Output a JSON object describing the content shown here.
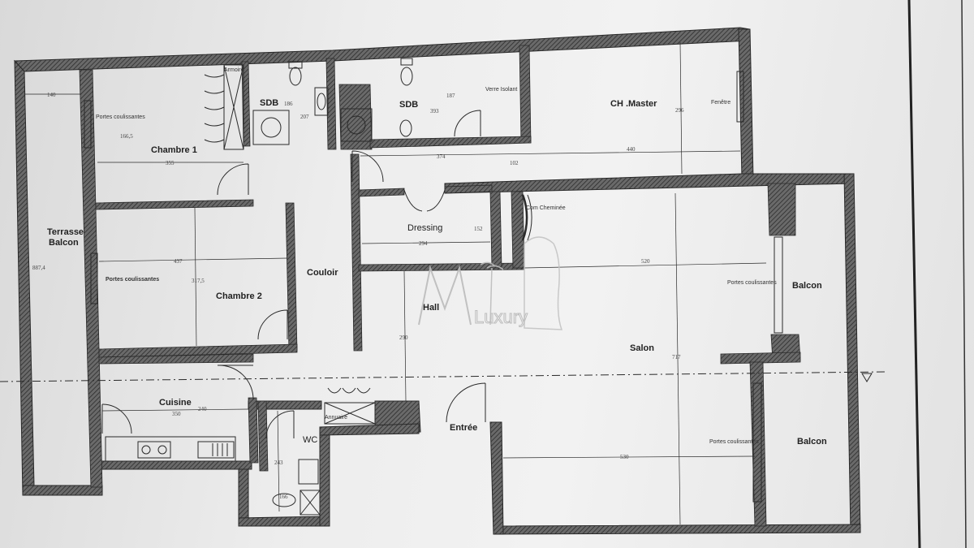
{
  "plan": {
    "rooms": {
      "terrasse_balcon": "Terrasse\nBalcon",
      "chambre1": "Chambre 1",
      "sdb1": "SDB",
      "sdb2": "SDB",
      "ch_master": "CH .Master",
      "chambre2": "Chambre 2",
      "couloir": "Couloir",
      "dressing": "Dressing",
      "hall": "Hall",
      "salon": "Salon",
      "balcon_top": "Balcon",
      "balcon_bottom": "Balcon",
      "cuisine": "Cuisine",
      "wc": "WC",
      "entree": "Entrée"
    },
    "annotations": {
      "armoire": "Armoire",
      "portes_coulissantes_1": "Portes coulissantes",
      "portes_coulissantes_2": "Portes coulissantes",
      "portes_coulissantes_3": "Portes coulissantes",
      "portes_coulissantes_4": "Portes coulissantes",
      "verre_isolant": "Verre Isolant",
      "fenetre": "Fenêtre",
      "com_cheminee": "Com Cheminée",
      "annuaire": "Annuaire"
    },
    "dimensions": {
      "d140": "140",
      "d1665": "166,5",
      "d355": "355",
      "d186": "186",
      "d207": "207",
      "d187": "187",
      "d393": "393",
      "d374": "374",
      "d102": "102",
      "d440": "440",
      "d296": "296",
      "d8874": "887,4",
      "d437": "437",
      "d3175": "317,5",
      "d294": "294",
      "d152": "152",
      "d520": "520",
      "d717": "717",
      "d290": "290",
      "d350": "350",
      "d240": "240",
      "d243": "243",
      "d166": "166",
      "d530": "530"
    },
    "watermark": "Luxury",
    "colors": {
      "wall": "#4a4a4a",
      "line": "#2a2a2a",
      "paper": "#efefef"
    }
  }
}
